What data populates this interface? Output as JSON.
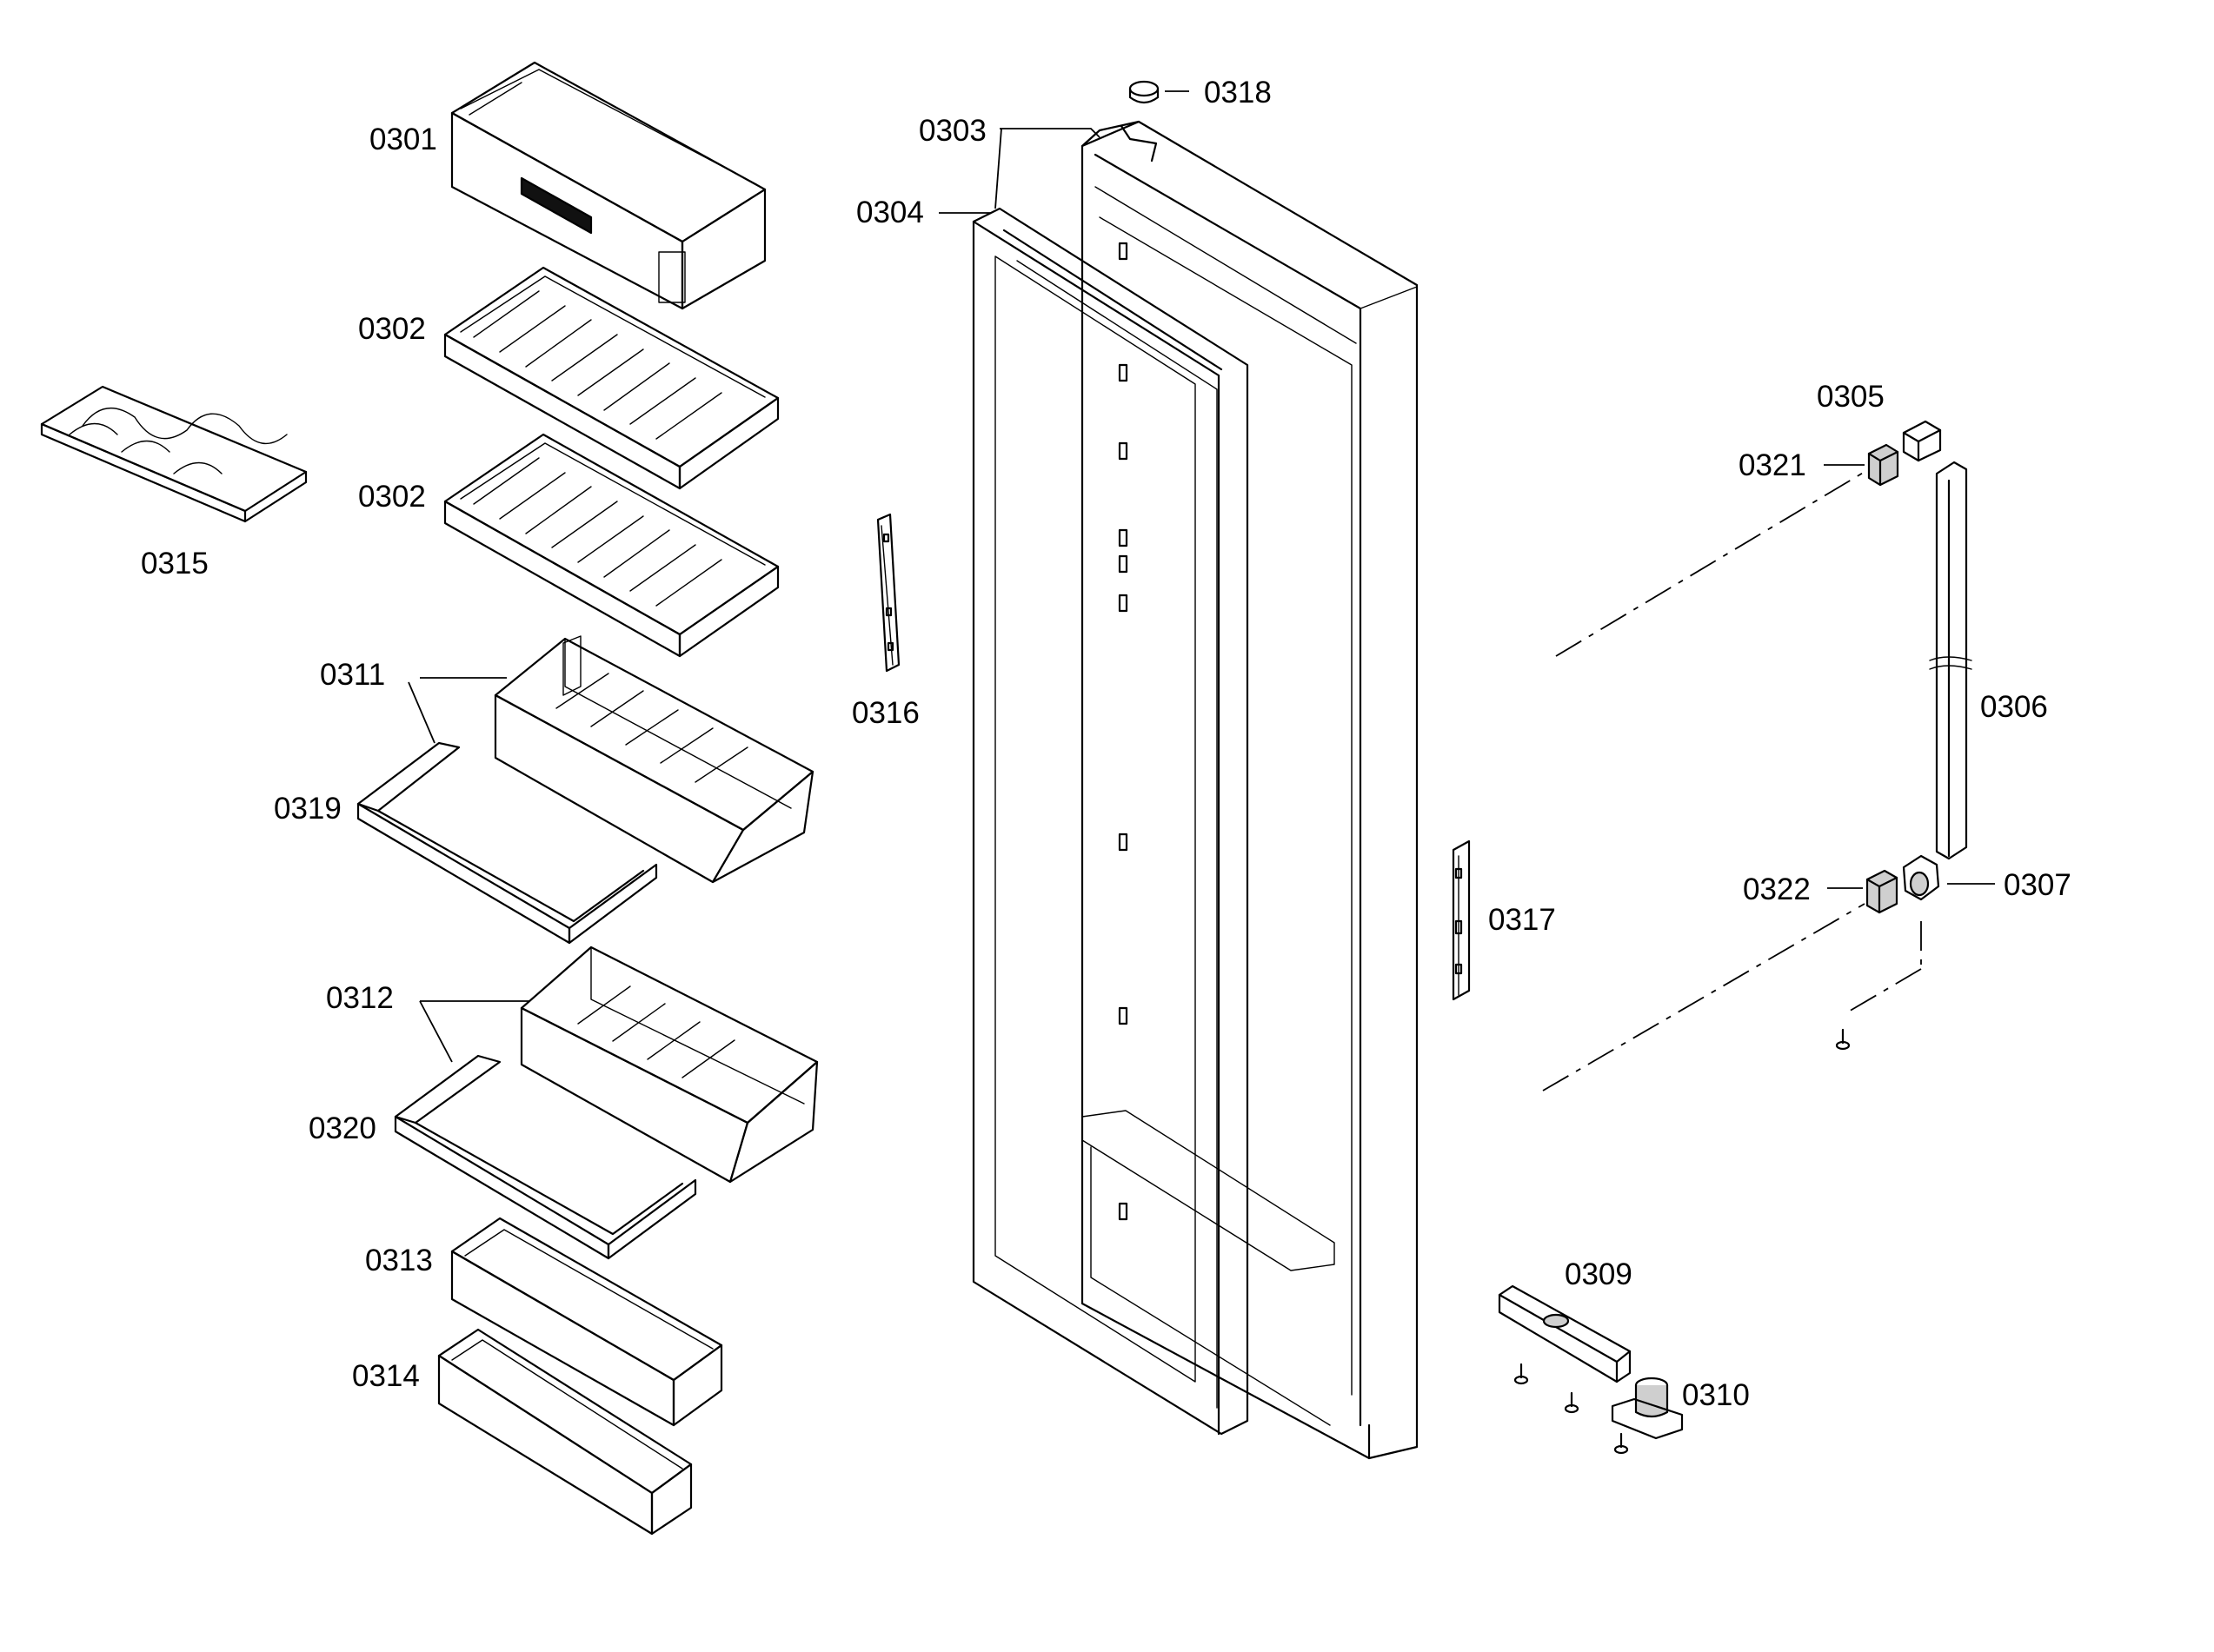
{
  "diagram": {
    "labels": {
      "l0301": "0301",
      "l0302a": "0302",
      "l0302b": "0302",
      "l0303": "0303",
      "l0304": "0304",
      "l0305": "0305",
      "l0306": "0306",
      "l0307": "0307",
      "l0309": "0309",
      "l0310": "0310",
      "l0311": "0311",
      "l0312": "0312",
      "l0313": "0313",
      "l0314": "0314",
      "l0315": "0315",
      "l0316": "0316",
      "l0317": "0317",
      "l0318": "0318",
      "l0319": "0319",
      "l0320": "0320",
      "l0321": "0321",
      "l0322": "0322"
    }
  }
}
